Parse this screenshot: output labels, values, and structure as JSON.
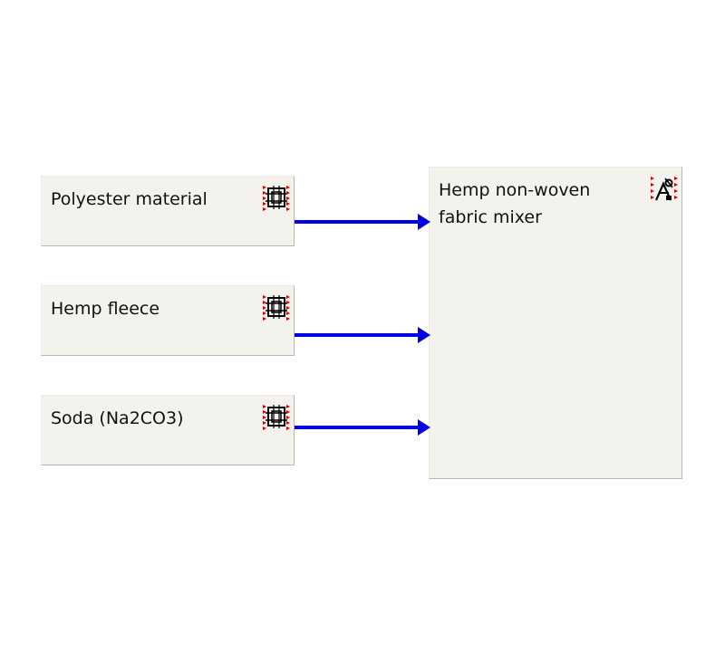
{
  "diagram": {
    "inputs": [
      {
        "label": "Polyester material",
        "icon": "component-chip-icon"
      },
      {
        "label": "Hemp fleece",
        "icon": "component-chip-icon"
      },
      {
        "label": "Soda (Na2CO3)",
        "icon": "component-chip-icon"
      }
    ],
    "process": {
      "label": "Hemp non-woven\nfabric mixer",
      "icon": "mixer-process-icon"
    },
    "edges": [
      {
        "from": "Polyester material",
        "to": "Hemp non-woven fabric mixer"
      },
      {
        "from": "Hemp fleece",
        "to": "Hemp non-woven fabric mixer"
      },
      {
        "from": "Soda (Na2CO3)",
        "to": "Hemp non-woven fabric mixer"
      }
    ],
    "colors": {
      "edge": "#0000e6",
      "node_fill": "#f3f2ec",
      "icon_marker": "#d40000"
    }
  }
}
